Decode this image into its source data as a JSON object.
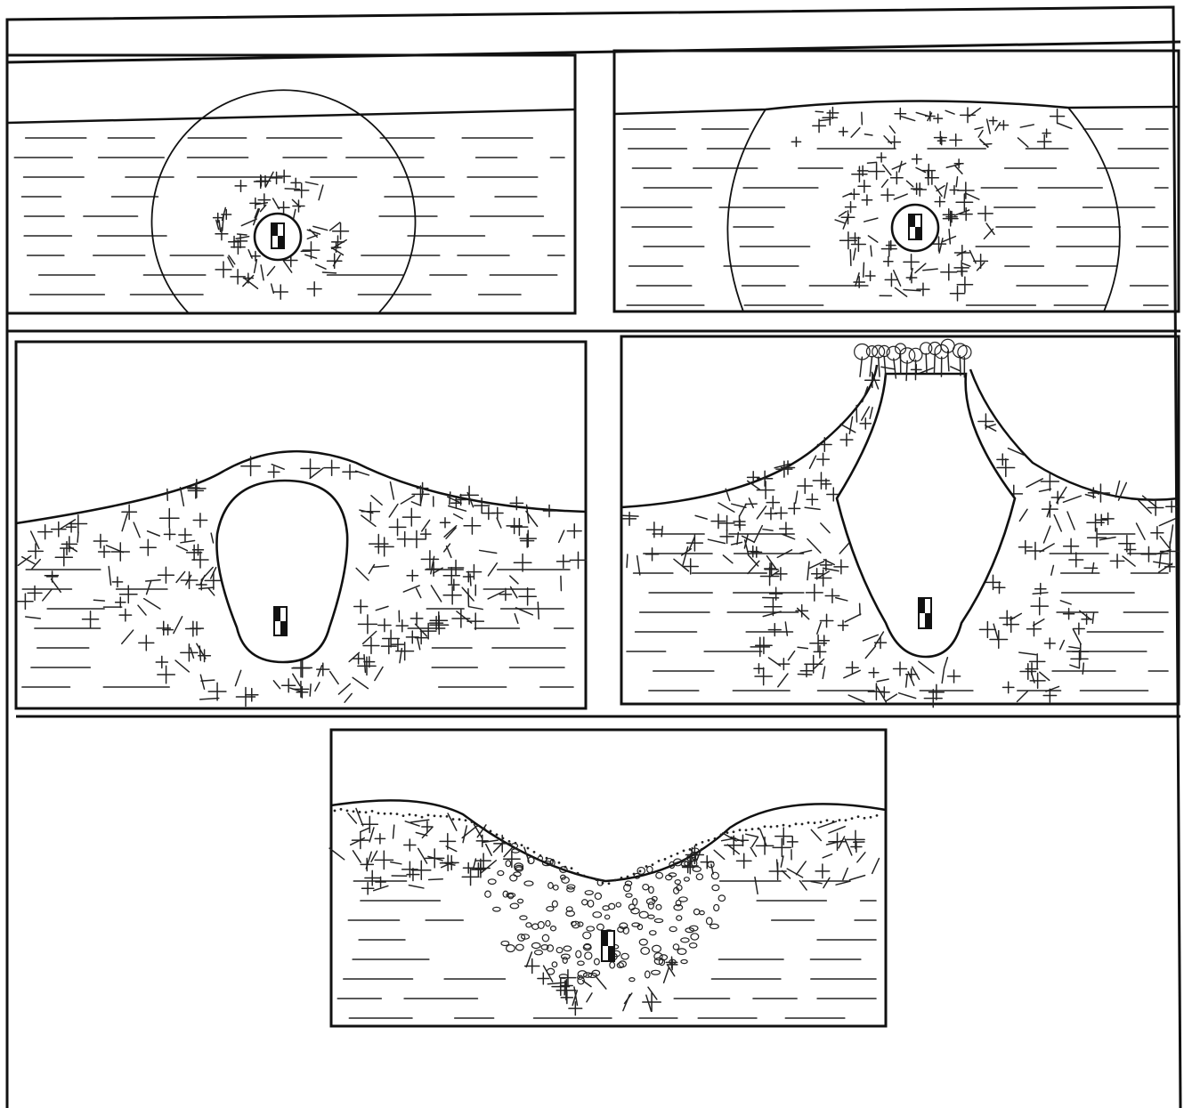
{
  "figure": {
    "panels": [
      {
        "id": "stage-1",
        "stage": "initial-detonation-cavity"
      },
      {
        "id": "stage-2",
        "stage": "surface-spall"
      },
      {
        "id": "stage-3",
        "stage": "dome-uplift"
      },
      {
        "id": "stage-4",
        "stage": "venting"
      },
      {
        "id": "stage-5",
        "stage": "final-crater"
      }
    ],
    "charge_icon": "explosive-charge-icon",
    "colors": {
      "ink": "#111111",
      "paper": "#ffffff"
    }
  }
}
